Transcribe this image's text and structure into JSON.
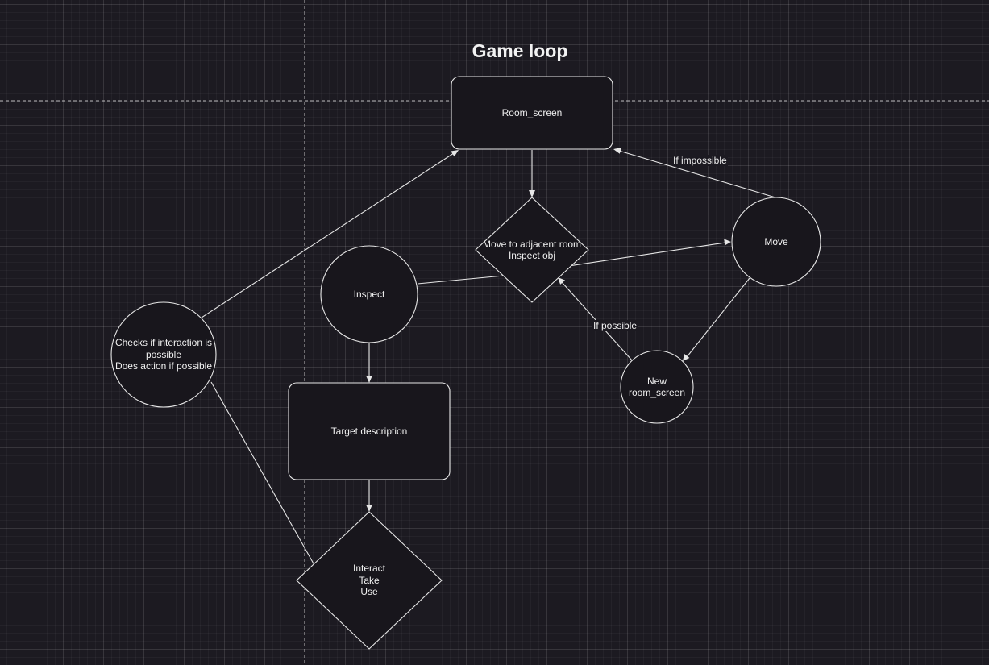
{
  "diagram": {
    "title": "Game loop",
    "nodes": {
      "room_screen": {
        "label": "Room_screen",
        "shape": "rounded-rect"
      },
      "choice": {
        "label": "Move to adjacent room\nInspect obj",
        "shape": "diamond"
      },
      "move": {
        "label": "Move",
        "shape": "circle"
      },
      "inspect": {
        "label": "Inspect",
        "shape": "circle"
      },
      "new_room_screen": {
        "label": "New\nroom_screen",
        "shape": "circle"
      },
      "checks": {
        "label": "Checks if interaction is\npossible\nDoes action if possible",
        "shape": "circle"
      },
      "target_description": {
        "label": "Target description",
        "shape": "rounded-rect"
      },
      "interact": {
        "label": "Interact\nTake\nUse",
        "shape": "diamond"
      }
    },
    "edge_labels": {
      "if_impossible": "If impossible",
      "if_possible": "If possible"
    },
    "colors": {
      "background": "#1c1a21",
      "node_fill": "#18161c",
      "stroke": "#e6e6e6",
      "text": "#f0f0f0"
    }
  }
}
